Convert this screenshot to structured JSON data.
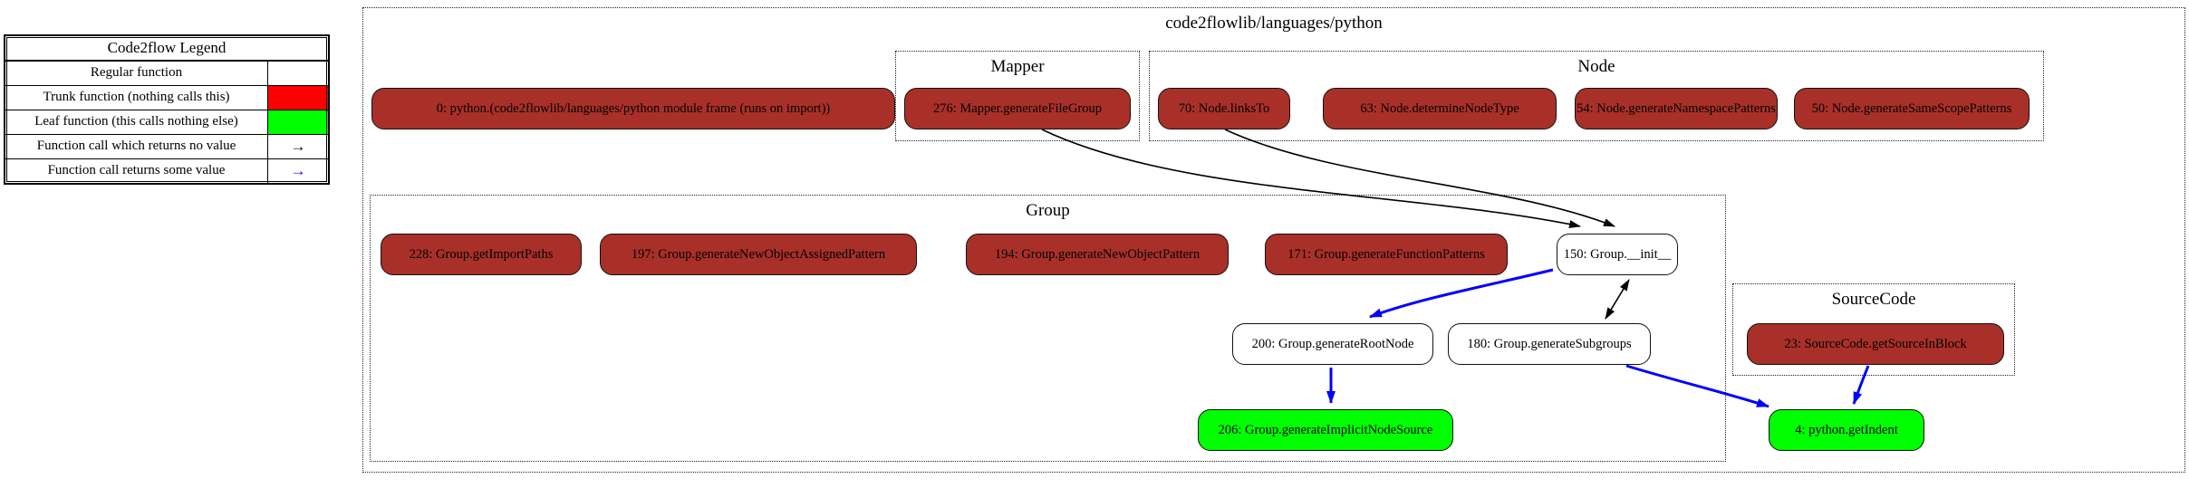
{
  "legend": {
    "title": "Code2flow Legend",
    "rows": [
      {
        "label": "Regular function",
        "swatch": "regular",
        "color": "#ffffff"
      },
      {
        "label": "Trunk function (nothing calls this)",
        "swatch": "trunk",
        "color": "#ff0000"
      },
      {
        "label": "Leaf function (this calls nothing else)",
        "swatch": "leaf",
        "color": "#00ff00"
      },
      {
        "label": "Function call which returns no value",
        "swatch": "arrow",
        "color": "#000000",
        "arrow": "→"
      },
      {
        "label": "Function call returns some value",
        "swatch": "arrow",
        "color": "#0000ff",
        "arrow": "→"
      }
    ]
  },
  "diagram": {
    "root_cluster_label": "code2flowlib/languages/python",
    "cluster_labels": {
      "mapper": "Mapper",
      "node": "Node",
      "group": "Group",
      "sourcecode": "SourceCode"
    },
    "nodes": [
      {
        "id": "0",
        "label": "0: python.(code2flowlib/languages/python module frame (runs on import))",
        "type": "trunk"
      },
      {
        "id": "276",
        "label": "276: Mapper.generateFileGroup",
        "type": "trunk"
      },
      {
        "id": "70",
        "label": "70: Node.linksTo",
        "type": "trunk"
      },
      {
        "id": "63",
        "label": "63: Node.determineNodeType",
        "type": "trunk"
      },
      {
        "id": "54",
        "label": "54: Node.generateNamespacePatterns",
        "type": "trunk"
      },
      {
        "id": "50",
        "label": "50: Node.generateSameScopePatterns",
        "type": "trunk"
      },
      {
        "id": "228",
        "label": "228: Group.getImportPaths",
        "type": "trunk"
      },
      {
        "id": "197",
        "label": "197: Group.generateNewObjectAssignedPattern",
        "type": "trunk"
      },
      {
        "id": "194",
        "label": "194: Group.generateNewObjectPattern",
        "type": "trunk"
      },
      {
        "id": "171",
        "label": "171: Group.generateFunctionPatterns",
        "type": "trunk"
      },
      {
        "id": "150",
        "label": "150: Group.__init__",
        "type": "regular"
      },
      {
        "id": "200",
        "label": "200: Group.generateRootNode",
        "type": "regular"
      },
      {
        "id": "180",
        "label": "180: Group.generateSubgroups",
        "type": "regular"
      },
      {
        "id": "23",
        "label": "23: SourceCode.getSourceInBlock",
        "type": "trunk"
      },
      {
        "id": "206",
        "label": "206: Group.generateImplicitNodeSource",
        "type": "leaf"
      },
      {
        "id": "4",
        "label": "4: python.getIndent",
        "type": "leaf"
      }
    ],
    "edges": [
      {
        "from": "276",
        "to": "150",
        "returns_value": false,
        "color": "#000000"
      },
      {
        "from": "70",
        "to": "150",
        "returns_value": false,
        "color": "#000000"
      },
      {
        "from": "150",
        "to": "180",
        "returns_value": false,
        "bidirectional": true,
        "color": "#000000"
      },
      {
        "from": "150",
        "to": "200",
        "returns_value": true,
        "color": "#0000ff"
      },
      {
        "from": "200",
        "to": "206",
        "returns_value": true,
        "color": "#0000ff"
      },
      {
        "from": "180",
        "to": "4",
        "returns_value": true,
        "color": "#0000ff"
      },
      {
        "from": "23",
        "to": "4",
        "returns_value": true,
        "color": "#0000ff"
      }
    ]
  },
  "colors": {
    "trunk_node_fill": "#a93028",
    "leaf_node_fill": "#00ff00",
    "regular_node_fill": "#ffffff",
    "edge_no_value": "#000000",
    "edge_returns_value": "#0000ff"
  }
}
